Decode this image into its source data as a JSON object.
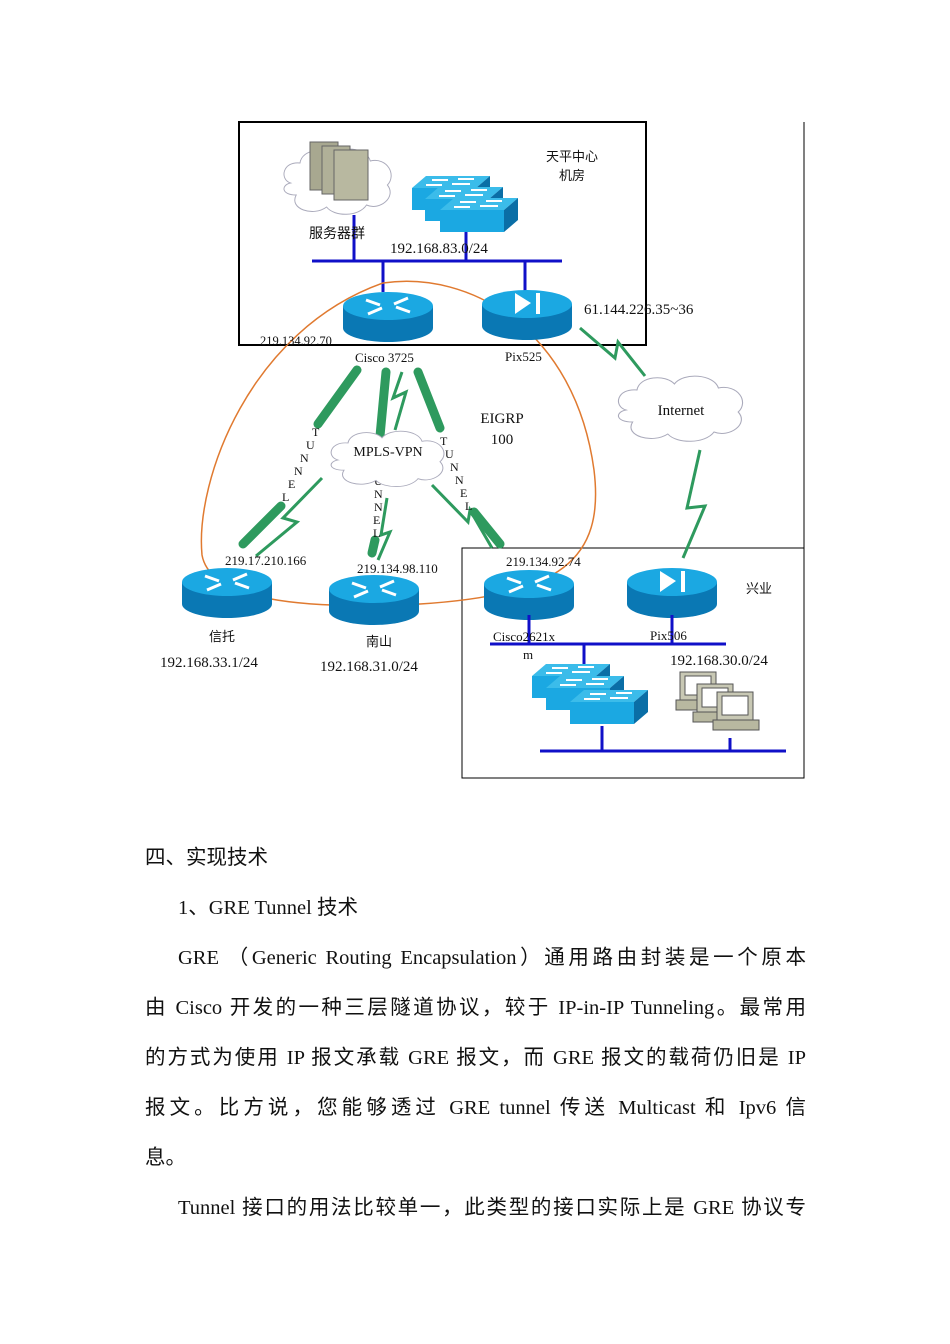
{
  "diagram": {
    "center_site": {
      "name_line1": "天平中心",
      "name_line2": "机房",
      "server_label": "服务器群",
      "lan": "192.168.83.0/24",
      "router_label": "Cisco 3725",
      "router_ip": "219.134.92.70",
      "firewall_label": "Pix525",
      "firewall_ip": "61.144.226.35~36"
    },
    "internet_label": "Internet",
    "mpls_label": "MPLS-VPN",
    "eigrp_line1": "EIGRP",
    "eigrp_line2": "100",
    "tunnel_letters": [
      "T",
      "U",
      "N",
      "N",
      "E",
      "L"
    ],
    "xintuo": {
      "name": "信托",
      "ip": "219.17.210.166",
      "lan": "192.168.33.1/24"
    },
    "nanshan": {
      "name": "南山",
      "ip": "219.134.98.110",
      "lan": "192.168.31.0/24"
    },
    "xingye": {
      "name": "兴业",
      "router_ip": "219.134.92.74",
      "router_label_1": "Cisco2621x",
      "router_label_2": "m",
      "firewall_label": "Pix506",
      "lan": "192.168.30.0/24"
    },
    "colors": {
      "router_top": "#1ba8e2",
      "router_body": "#0a78b4",
      "link_green": "#2e9a5e",
      "lan_blue": "#1010c8",
      "eigrp_orange": "#e07a30"
    }
  },
  "text": {
    "heading": "四、实现技术",
    "subheading": "1、GRE Tunnel 技术",
    "p1": [
      "GRE （Generic Routing Encapsulation）通用路由封装是一个原本",
      "由 Cisco 开发的一种三层隧道协议，较于 IP-in-IP Tunneling。最常用",
      "的方式为使用 IP 报文承载 GRE 报文，而 GRE 报文的载荷仍旧是 IP",
      "报文。比方说，您能够透过 GRE tunnel 传送 Multicast 和 Ipv6 信",
      "息。"
    ],
    "p2": [
      "Tunnel 接口的用法比较单一，此类型的接口实际上是 GRE 协议专"
    ]
  }
}
